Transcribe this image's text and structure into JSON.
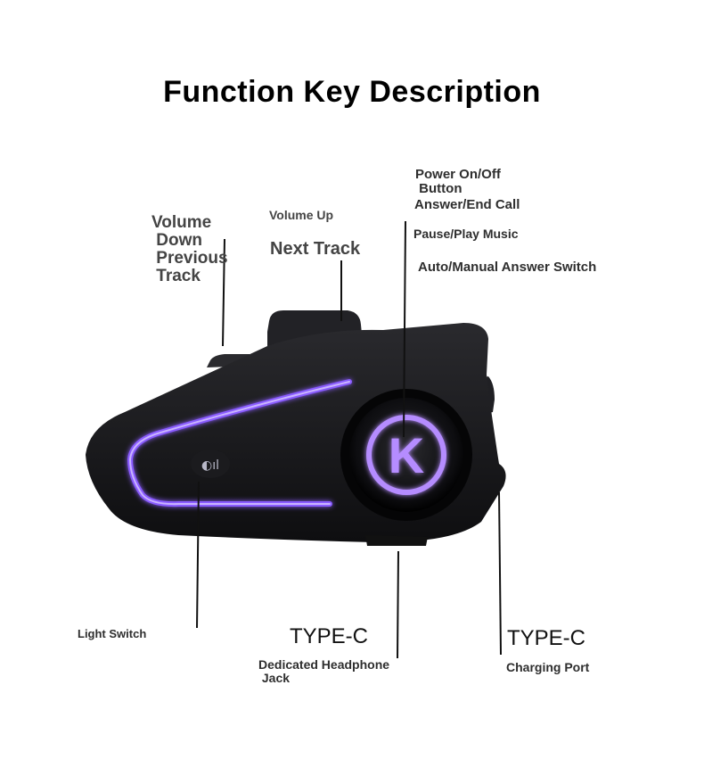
{
  "title": "Function Key Description",
  "labels": {
    "volume_down": "Volume\n Down\n Previous\n Track",
    "volume_up": "Volume Up",
    "next_track": "Next Track",
    "power": "Power On/Off\n Button",
    "answer": "Answer/End Call",
    "pause_play": "Pause/Play Music",
    "auto_manual": "Auto/Manual Answer Switch",
    "light_switch": "Light Switch",
    "type_c_left": "TYPE-C",
    "headphone_jack": "Dedicated Headphone\n Jack",
    "type_c_right": "TYPE-C",
    "charging_port": "Charging Port"
  },
  "key_letter": "K",
  "colors": {
    "body": "#1a1a1c",
    "led": "#8a5cff",
    "ring": "#b58cff"
  }
}
